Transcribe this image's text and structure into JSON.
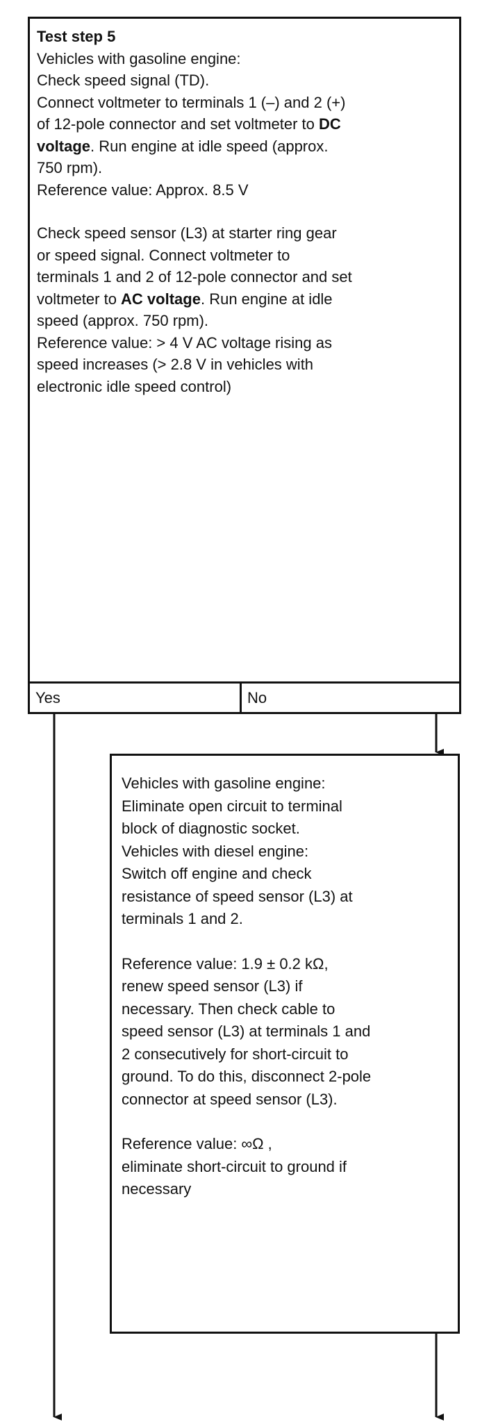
{
  "test_step": {
    "title": "Test step 5",
    "lines": [
      "Vehicles with gasoline engine:",
      "Check speed signal (TD).",
      "Connect voltmeter to terminals 1 (–) and 2 (+)",
      "of 12-pole connector and set voltmeter to ",
      "DC",
      "voltage",
      ". Run engine at idle speed (approx.",
      "750 rpm).",
      "Reference value: Approx. 8.5 V",
      "Check speed sensor (L3) at starter ring gear",
      "or speed signal. Connect voltmeter to",
      "terminals 1 and 2 of 12-pole connector and set",
      "voltmeter to ",
      "AC voltage",
      ". Run engine at idle",
      "speed (approx. 750 rpm).",
      "Reference value: > 4 V AC voltage rising as",
      "speed increases (> 2.8 V in vehicles with",
      "electronic idle speed control)"
    ]
  },
  "answers": {
    "yes": "Yes",
    "no": "No"
  },
  "no_branch": {
    "lines": [
      "Vehicles with gasoline engine:",
      "Eliminate open circuit to terminal",
      "block of diagnostic socket.",
      "Vehicles with diesel engine:",
      "Switch off engine and check",
      "resistance of speed sensor (L3) at",
      "terminals 1 and 2.",
      "Reference value: 1.9 ± 0.2 kΩ,",
      "renew speed sensor (L3) if",
      "necessary. Then check cable to",
      "speed sensor (L3) at terminals 1 and",
      "2 consecutively for short-circuit to",
      "ground. To do this, disconnect 2-pole",
      "connector at speed sensor (L3).",
      "Reference value: ∞Ω ,",
      "eliminate short-circuit to ground if",
      "necessary"
    ]
  }
}
